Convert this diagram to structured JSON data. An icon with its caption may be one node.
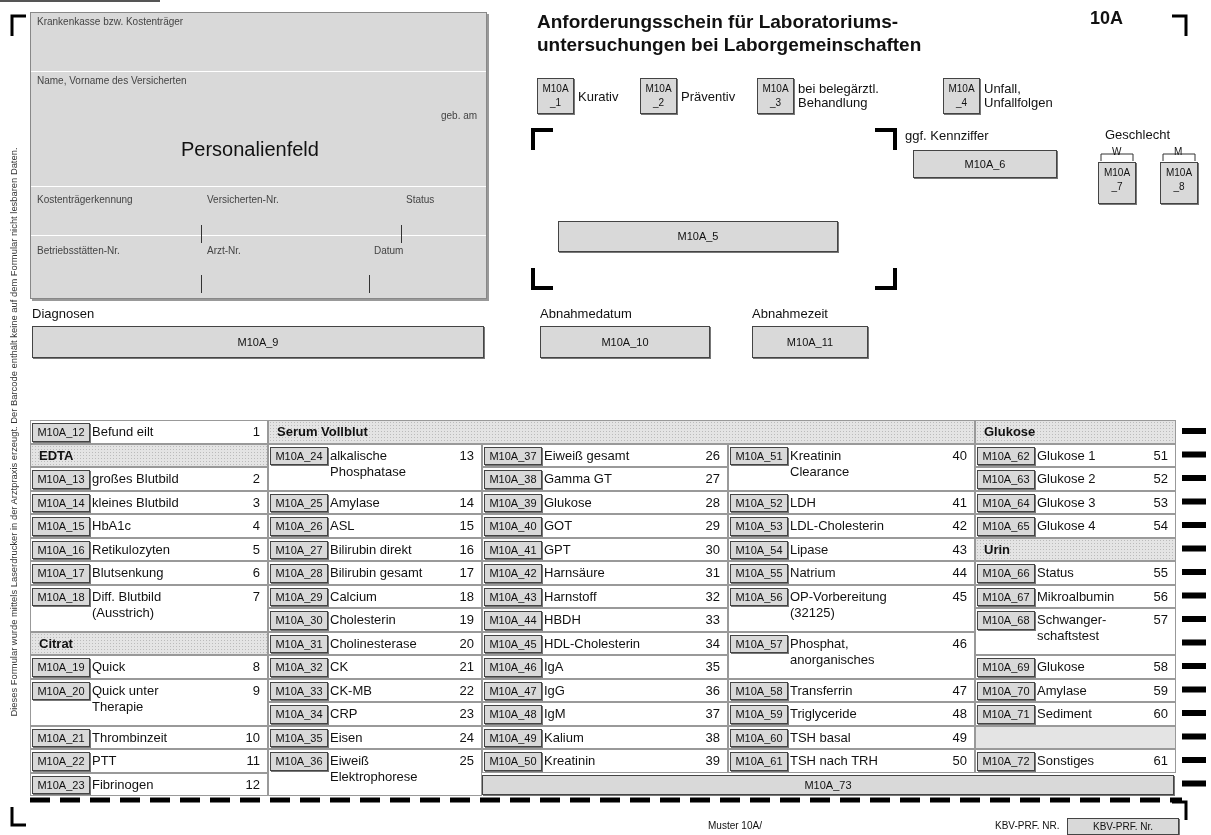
{
  "diagram": {
    "title": "Anforderungsschein für Laboratoriums- untersuchungen bei Laborgemeinschaften",
    "nodes": [
      {
        "text": [
          "Krankenkasse bzw. Kostenträger",
          "Name, Vorname des Versicherten",
          "geb. am",
          "Personalienfeld",
          "Kostenträgerkennung",
          "Versicherten-Nr.",
          "Status",
          "Betriebsstätten-Nr.",
          "Arzt-Nr.",
          "Datum"
        ]
      },
      {
        "text": [
          "M10A _1"
        ],
        "beside": [
          "Kurativ"
        ]
      },
      {
        "text": [
          "M10A _2"
        ],
        "beside": [
          "Präventiv"
        ]
      },
      {
        "text": [
          "M10A _3"
        ],
        "beside": [
          "bei belegärztl. Behandlung"
        ]
      },
      {
        "text": [
          "M10A _4"
        ],
        "beside": [
          "Unfall, Unfallfolgen"
        ]
      },
      {
        "text": [
          "M10A_5"
        ]
      },
      {
        "text": [
          "M10A_6"
        ],
        "beside": [
          "ggf. Kennziffer"
        ]
      },
      {
        "text": [
          "M10A _7"
        ],
        "beside": [
          "W"
        ]
      },
      {
        "text": [
          "M10A _8"
        ],
        "beside": [
          "M"
        ]
      },
      {
        "text": [
          "M10A_9"
        ],
        "beside": [
          "Diagnosen"
        ]
      },
      {
        "text": [
          "M10A_10"
        ],
        "beside": [
          "Abnahmedatum"
        ]
      },
      {
        "text": [
          "M10A_11"
        ],
        "beside": [
          "Abnahmezeit"
        ]
      },
      {
        "text": [
          "M10A_12",
          "Befund eilt",
          "1"
        ]
      },
      {
        "text": [
          "EDTA"
        ]
      },
      {
        "text": [
          "M10A_13",
          "großes Blutbild",
          "2"
        ]
      },
      {
        "text": [
          "M10A_14",
          "kleines Blutbild",
          "3"
        ]
      },
      {
        "text": [
          "M10A_15",
          "HbA1c",
          "4"
        ]
      },
      {
        "text": [
          "M10A_16",
          "Retikulozyten",
          "5"
        ]
      },
      {
        "text": [
          "M10A_17",
          "Blutsenkung",
          "6"
        ]
      },
      {
        "text": [
          "M10A_18",
          "Diff. Blutbild (Ausstrich)",
          "7"
        ]
      },
      {
        "text": [
          "Citrat"
        ]
      },
      {
        "text": [
          "M10A_19",
          "Quick",
          "8"
        ]
      },
      {
        "text": [
          "M10A_20",
          "Quick unter Therapie",
          "9"
        ]
      },
      {
        "text": [
          "M10A_21",
          "Thrombinzeit",
          "10"
        ]
      },
      {
        "text": [
          "M10A_22",
          "PTT",
          "11"
        ]
      },
      {
        "text": [
          "M10A_23",
          "Fibrinogen",
          "12"
        ]
      },
      {
        "text": [
          "Serum Vollblut"
        ]
      },
      {
        "text": [
          "M10A_24",
          "alkalische Phosphatase",
          "13"
        ]
      },
      {
        "text": [
          "M10A_25",
          "Amylase",
          "14"
        ]
      },
      {
        "text": [
          "M10A_26",
          "ASL",
          "15"
        ]
      },
      {
        "text": [
          "M10A_27",
          "Bilirubin direkt",
          "16"
        ]
      },
      {
        "text": [
          "M10A_28",
          "Bilirubin gesamt",
          "17"
        ]
      },
      {
        "text": [
          "M10A_29",
          "Calcium",
          "18"
        ]
      },
      {
        "text": [
          "M10A_30",
          "Cholesterin",
          "19"
        ]
      },
      {
        "text": [
          "M10A_31",
          "Cholinesterase",
          "20"
        ]
      },
      {
        "text": [
          "M10A_32",
          "CK",
          "21"
        ]
      },
      {
        "text": [
          "M10A_33",
          "CK-MB",
          "22"
        ]
      },
      {
        "text": [
          "M10A_34",
          "CRP",
          "23"
        ]
      },
      {
        "text": [
          "M10A_35",
          "Eisen",
          "24"
        ]
      },
      {
        "text": [
          "M10A_36",
          "Eiweiß Elektrophorese",
          "25"
        ]
      },
      {
        "text": [
          "M10A_37",
          "Eiweiß gesamt",
          "26"
        ]
      },
      {
        "text": [
          "M10A_38",
          "Gamma GT",
          "27"
        ]
      },
      {
        "text": [
          "M10A_39",
          "Glukose",
          "28"
        ]
      },
      {
        "text": [
          "M10A_40",
          "GOT",
          "29"
        ]
      },
      {
        "text": [
          "M10A_41",
          "GPT",
          "30"
        ]
      },
      {
        "text": [
          "M10A_42",
          "Harnsäure",
          "31"
        ]
      },
      {
        "text": [
          "M10A_43",
          "Harnstoff",
          "32"
        ]
      },
      {
        "text": [
          "M10A_44",
          "HBDH",
          "33"
        ]
      },
      {
        "text": [
          "M10A_45",
          "HDL-Cholesterin",
          "34"
        ]
      },
      {
        "text": [
          "M10A_46",
          "IgA",
          "35"
        ]
      },
      {
        "text": [
          "M10A_47",
          "IgG",
          "36"
        ]
      },
      {
        "text": [
          "M10A_48",
          "IgM",
          "37"
        ]
      },
      {
        "text": [
          "M10A_49",
          "Kalium",
          "38"
        ]
      },
      {
        "text": [
          "M10A_50",
          "Kreatinin",
          "39"
        ]
      },
      {
        "text": [
          "M10A_73"
        ]
      },
      {
        "text": [
          "M10A_51",
          "Kreatinin Clearance",
          "40"
        ]
      },
      {
        "text": [
          "M10A_52",
          "LDH",
          "41"
        ]
      },
      {
        "text": [
          "M10A_53",
          "LDL-Cholesterin",
          "42"
        ]
      },
      {
        "text": [
          "M10A_54",
          "Lipase",
          "43"
        ]
      },
      {
        "text": [
          "M10A_55",
          "Natrium",
          "44"
        ]
      },
      {
        "text": [
          "M10A_56",
          "OP-Vorbereitung (32125)",
          "45"
        ]
      },
      {
        "text": [
          "M10A_57",
          "Phosphat, anorganisches",
          "46"
        ]
      },
      {
        "text": [
          "M10A_58",
          "Transferrin",
          "47"
        ]
      },
      {
        "text": [
          "M10A_59",
          "Triglyceride",
          "48"
        ]
      },
      {
        "text": [
          "M10A_60",
          "TSH basal",
          "49"
        ]
      },
      {
        "text": [
          "M10A_61",
          "TSH nach TRH",
          "50"
        ]
      },
      {
        "text": [
          "Glukose"
        ]
      },
      {
        "text": [
          "M10A_62",
          "Glukose 1",
          "51"
        ]
      },
      {
        "text": [
          "M10A_63",
          "Glukose 2",
          "52"
        ]
      },
      {
        "text": [
          "M10A_64",
          "Glukose 3",
          "53"
        ]
      },
      {
        "text": [
          "M10A_65",
          "Glukose 4",
          "54"
        ]
      },
      {
        "text": [
          "Urin"
        ]
      },
      {
        "text": [
          "M10A_66",
          "Status",
          "55"
        ]
      },
      {
        "text": [
          "M10A_67",
          "Mikroalbumin",
          "56"
        ]
      },
      {
        "text": [
          "M10A_68",
          "Schwanger- schaftstest",
          "57"
        ]
      },
      {
        "text": [
          "M10A_69",
          "Glukose",
          "58"
        ]
      },
      {
        "text": [
          "M10A_70",
          "Amylase",
          "59"
        ]
      },
      {
        "text": [
          "M10A_71",
          "Sediment",
          "60"
        ]
      },
      {
        "text": [
          "M10A_72",
          "Sonstiges",
          "61"
        ]
      },
      {
        "text": [
          "KBV-PRF. Nr."
        ]
      },
      {
        "text": [],
        "shape": "bar"
      }
    ],
    "edges": [],
    "labels": [
      "10A",
      "Geschlecht",
      "Muster 10A/",
      "KBV-PRF. NR.",
      "Dieses Formular wurde mittels Laserdrucker in der Arztpraxis erzeugt. Der Barcode enthält keine auf dem Formular nicht lesbaren Daten."
    ]
  }
}
